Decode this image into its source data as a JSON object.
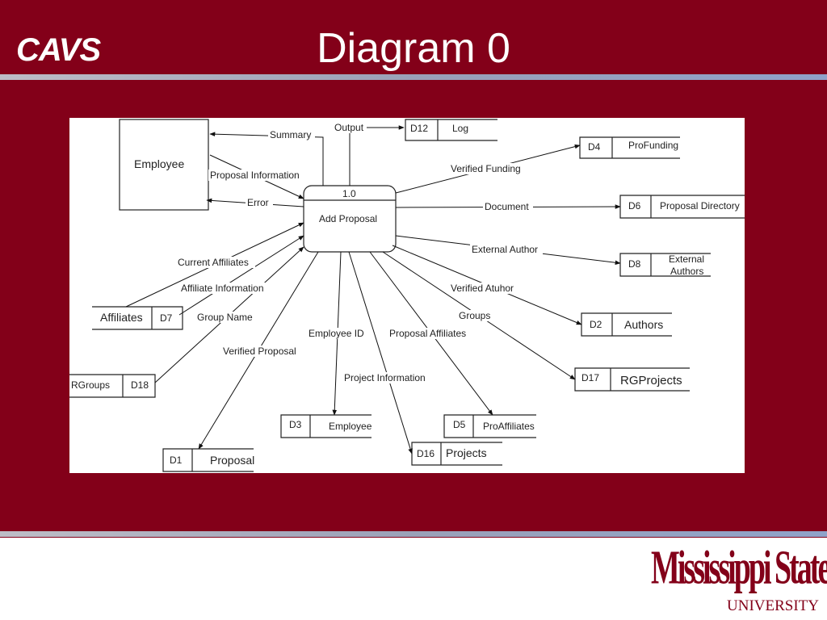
{
  "header": {
    "logo_text": "CAVS",
    "title": "Diagram 0"
  },
  "colors": {
    "background_maroon": "#830019",
    "stripe": "#9aa1b8",
    "panel": "#ffffff"
  },
  "diagram": {
    "external_entity": "Employee",
    "process": {
      "number": "1.0",
      "name": "Add Proposal"
    },
    "stores": {
      "d12": {
        "id": "D12",
        "name": "Log"
      },
      "d4": {
        "id": "D4",
        "name": "ProFunding"
      },
      "d6": {
        "id": "D6",
        "name": "Proposal Directory"
      },
      "d8": {
        "id": "D8",
        "name_line1": "External",
        "name_line2": "Authors"
      },
      "d2": {
        "id": "D2",
        "name": "Authors"
      },
      "d17": {
        "id": "D17",
        "name": "RGProjects"
      },
      "d5": {
        "id": "D5",
        "name": "ProAffiliates"
      },
      "d16": {
        "id": "D16",
        "name": "Projects"
      },
      "d3": {
        "id": "D3",
        "name": "Employee"
      },
      "d1": {
        "id": "D1",
        "name": "Proposal"
      },
      "d18": {
        "id": "D18",
        "name": "RGroups"
      },
      "d7": {
        "id": "D7",
        "name": "Affiliates"
      }
    },
    "flows": {
      "summary": "Summary",
      "output": "Output",
      "proposal_information": "Proposal Information",
      "error": "Error",
      "verified_funding": "Verified Funding",
      "document": "Document",
      "external_author": "External Author",
      "verified_author": "Verified Atuhor",
      "groups": "Groups",
      "current_affiliates": "Current Affiliates",
      "affiliate_information": "Affiliate Information",
      "group_name": "Group Name",
      "verified_proposal": "Verified Proposal",
      "employee_id": "Employee ID",
      "proposal_affiliates": "Proposal Affiliates",
      "project_information": "Project Information"
    }
  },
  "footer": {
    "university_name": "Mississippi State",
    "university_sub": "UNIVERSITY"
  }
}
